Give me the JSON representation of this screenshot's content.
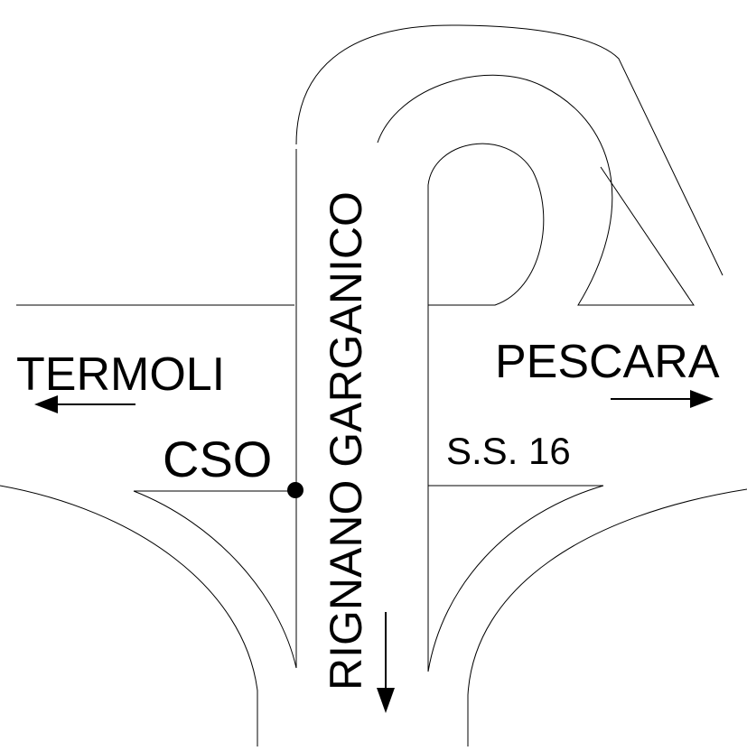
{
  "map": {
    "labels": {
      "termoli": "TERMOLI",
      "pescara": "PESCARA",
      "cso": "CSO",
      "ss16": "S.S. 16",
      "rignano": "RIGNANO GARGANICO"
    },
    "colors": {
      "ink": "#000000",
      "background": "#ffffff"
    },
    "icons": {
      "termoli_arrow": "arrow-left-icon",
      "pescara_arrow": "arrow-right-icon",
      "rignano_arrow": "arrow-down-icon",
      "cso_marker": "location-dot-icon"
    }
  }
}
